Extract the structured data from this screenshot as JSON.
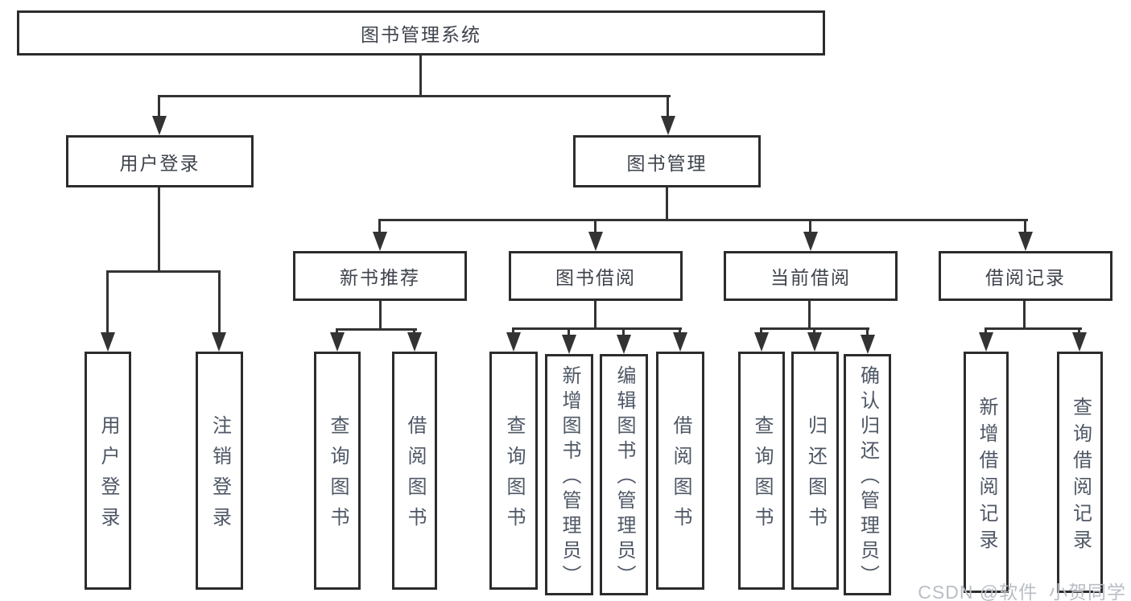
{
  "tree": {
    "root": "图书管理系统",
    "branches": [
      {
        "label": "用户登录",
        "leaves": [
          "用户登录",
          "注销登录"
        ]
      },
      {
        "label": "图书管理",
        "sections": [
          {
            "label": "新书推荐",
            "leaves": [
              "查询图书",
              "借阅图书"
            ]
          },
          {
            "label": "图书借阅",
            "leaves": [
              "查询图书",
              "新增图书（管理员）",
              "编辑图书（管理员）",
              "借阅图书"
            ]
          },
          {
            "label": "当前借阅",
            "leaves": [
              "查询图书",
              "归还图书",
              "确认归还（管理员）"
            ]
          },
          {
            "label": "借阅记录",
            "leaves": [
              "新增借阅记录",
              "查询借阅记录"
            ]
          }
        ]
      }
    ]
  },
  "watermark": "CSDN @软件_小贺同学",
  "colors": {
    "background": "#ffffff",
    "box_border": "#2c2c2c",
    "connector_line": "#333333",
    "header_text": "#3e434c",
    "leaf_text": "#4e5765",
    "watermark_text": "#b9bec5"
  }
}
